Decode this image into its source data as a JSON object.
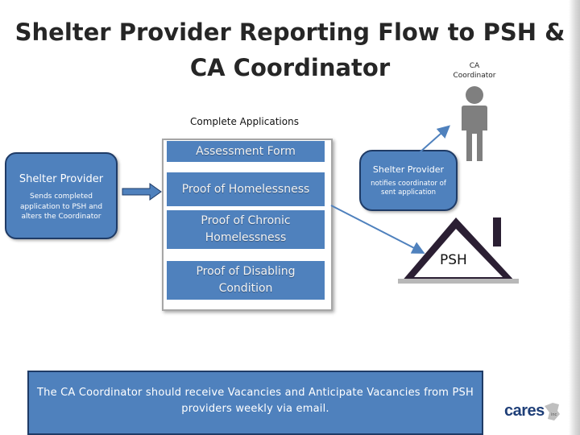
{
  "title": {
    "line1": "Shelter Provider Reporting Flow to PSH &",
    "line2": "CA Coordinator"
  },
  "coordinator": {
    "label_line1": "CA",
    "label_line2": "Coordinator",
    "icon": "person-icon"
  },
  "applications": {
    "heading": "Complete Applications",
    "items": [
      "Assessment Form",
      "Proof of Homelessness",
      "Proof of Chronic Homelessness",
      "Proof of Disabling Condition"
    ]
  },
  "shelter_provider_left": {
    "title": "Shelter Provider",
    "description": "Sends completed application to PSH and alters the Coordinator"
  },
  "shelter_provider_right": {
    "title": "Shelter Provider",
    "description": "notifies coordinator of sent application"
  },
  "psh": {
    "label": "PSH",
    "icon": "house-icon"
  },
  "note": {
    "text": "The CA Coordinator should receive Vacancies and Anticipate Vacancies from PSH providers weekly via email."
  },
  "logo": {
    "text": "cares",
    "suffix": "inc",
    "icon": "ny-state-logo-icon"
  },
  "colors": {
    "box_blue": "#4f81bd",
    "box_border": "#1f3b66",
    "title_text": "#262626",
    "person_gray": "#7f7f7f",
    "house_dark": "#2b1f33"
  }
}
